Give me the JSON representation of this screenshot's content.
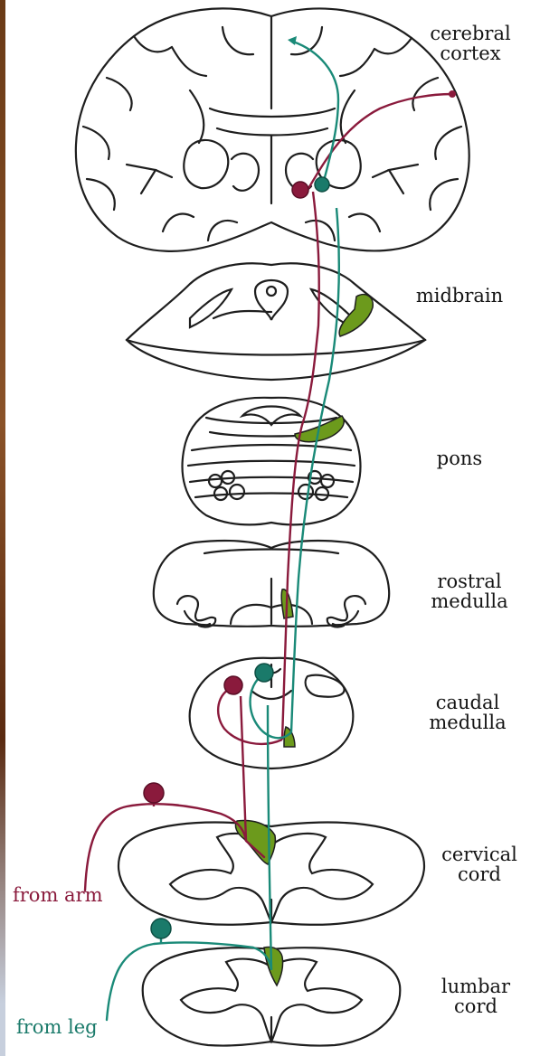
{
  "colors": {
    "arm_pathway": "#8a1a3c",
    "leg_pathway": "#1a8a78",
    "nucleus_fill": "#6c9a1c",
    "outline": "#1e1e1e"
  },
  "levels": [
    {
      "id": "cerebral-cortex",
      "lines": [
        "cerebral",
        "cortex"
      ]
    },
    {
      "id": "midbrain",
      "lines": [
        "midbrain"
      ]
    },
    {
      "id": "pons",
      "lines": [
        "pons"
      ]
    },
    {
      "id": "rostral-medulla",
      "lines": [
        "rostral",
        "medulla"
      ]
    },
    {
      "id": "caudal-medulla",
      "lines": [
        "caudal",
        "medulla"
      ]
    },
    {
      "id": "cervical-cord",
      "lines": [
        "cervical",
        "cord"
      ]
    },
    {
      "id": "lumbar-cord",
      "lines": [
        "lumbar",
        "cord"
      ]
    }
  ],
  "inputs": {
    "arm": "from arm",
    "leg": "from leg"
  }
}
